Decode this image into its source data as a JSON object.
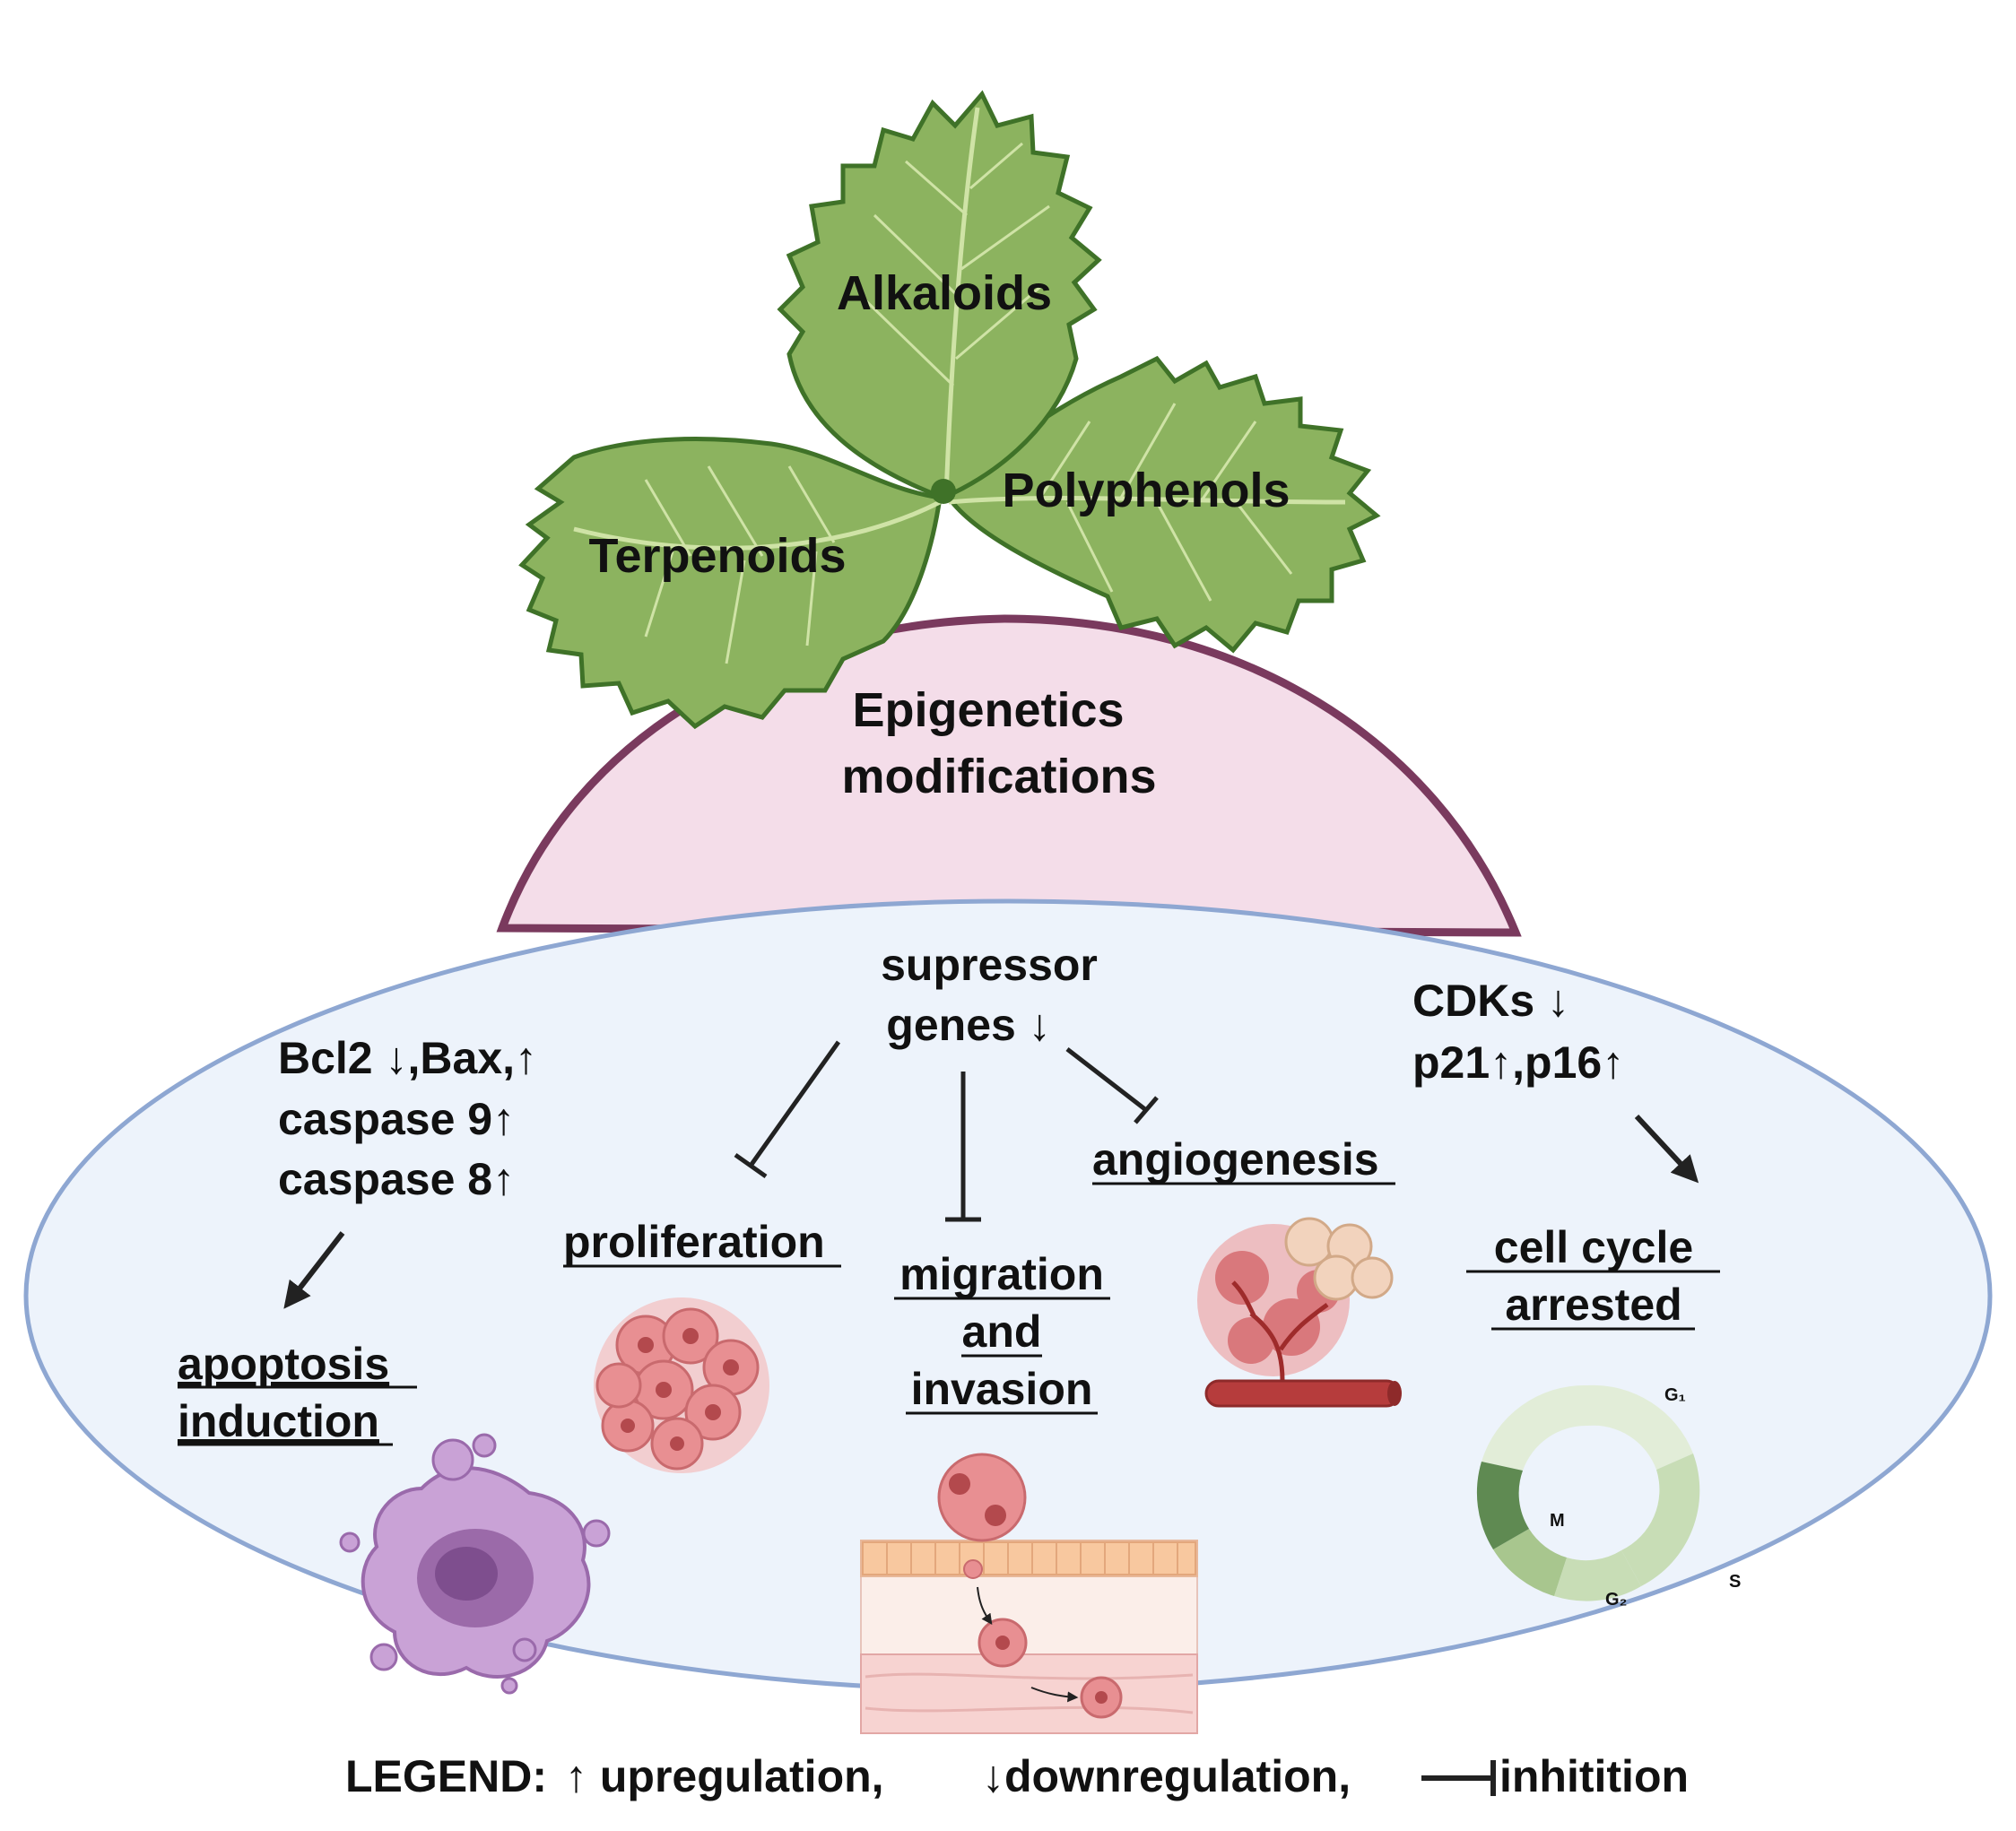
{
  "leaves": {
    "top": "Alkaloids",
    "left": "Terpenoids",
    "right": "Polyphenols"
  },
  "nucleus": {
    "line1": "Epigenetics",
    "line2": "modifications"
  },
  "apoptosis": {
    "markers": [
      "Bcl2 ↓,Bax,↑",
      "caspase 9↑",
      "caspase 8↑"
    ],
    "outcome": [
      "apoptosis ",
      "induction"
    ]
  },
  "suppressor": {
    "line1": "supressor",
    "line2": "genes ↓"
  },
  "targets": {
    "proliferation": "proliferation",
    "migration": [
      "migration",
      "and",
      "invasion"
    ],
    "angiogenesis": "angiogenesis"
  },
  "cell_cycle": {
    "markers": [
      "CDKs ↓",
      "p21↑,p16↑"
    ],
    "outcome": [
      "cell cycle ",
      "arrested"
    ],
    "phases": {
      "g1": "G₁",
      "s": "S",
      "g2": "G₂",
      "m": "M"
    }
  },
  "legend": {
    "label": "LEGEND:",
    "up": "↑ upregulation,",
    "down": "↓downregulation,",
    "inhibition": "inhitition"
  },
  "colors": {
    "leaf": "#8cb35f",
    "leaf_edge": "#3f7228",
    "vein": "#cfe3a6",
    "nucleus_fill": "#f4dde9",
    "nucleus_edge": "#7a3a5e",
    "cell_fill": "#edf3fb",
    "cell_edge": "#8ea7d2",
    "cancer": "#e88f92",
    "apoptotic": "#b889c4",
    "vessel": "#b63c3c",
    "cycle_light": "#e2edd8",
    "cycle_mid": "#a8c68e",
    "cycle_dark": "#5f8a52"
  }
}
